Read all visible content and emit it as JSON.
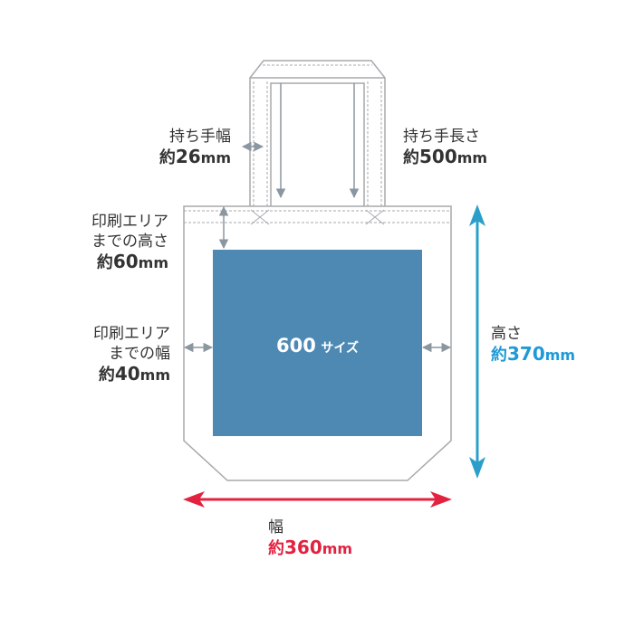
{
  "colors": {
    "outline": "#a7a9ac",
    "dimension_gray": "#8a96a0",
    "print_area": "#4e89b4",
    "height_arrow": "#2b9fc9",
    "width_arrow": "#e2223f"
  },
  "labels": {
    "handle_width": {
      "title": "持ち手幅",
      "prefix": "約",
      "value": "26",
      "unit": "mm"
    },
    "handle_length": {
      "title": "持ち手長さ",
      "prefix": "約",
      "value": "500",
      "unit": "mm"
    },
    "print_top": {
      "line1": "印刷エリア",
      "line2": "までの高さ",
      "prefix": "約",
      "value": "60",
      "unit": "mm"
    },
    "print_side": {
      "line1": "印刷エリア",
      "line2": "までの幅",
      "prefix": "約",
      "value": "40",
      "unit": "mm"
    },
    "height": {
      "title": "高さ",
      "prefix": "約",
      "value": "370",
      "unit": "mm"
    },
    "width": {
      "title": "幅",
      "prefix": "約",
      "value": "360",
      "unit": "mm"
    },
    "print_area": {
      "size": "600",
      "label": "サイズ"
    }
  }
}
